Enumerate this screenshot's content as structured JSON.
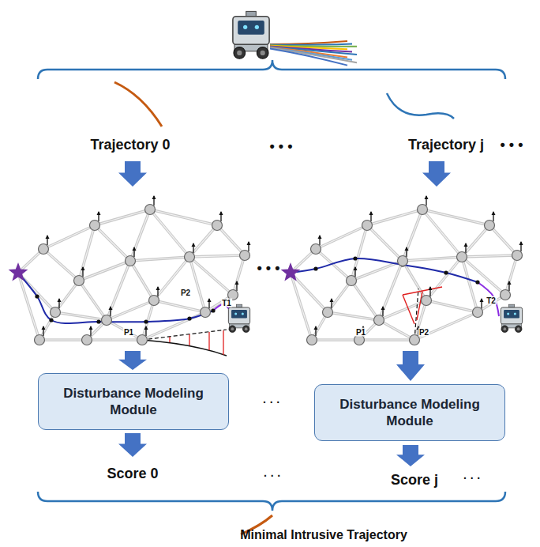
{
  "diagram": {
    "nodes": [
      {
        "text": [
          "Disturbance Modeling Module"
        ]
      },
      {
        "text": [
          "Disturbance Modeling Module"
        ]
      }
    ],
    "labels": [
      "Trajectory 0",
      "• • •",
      "Trajectory j",
      "• • •",
      "P2",
      "T1",
      "P1",
      "• • •",
      "P1",
      "P2",
      "T2",
      "· · ·",
      "Score 0",
      "· · ·",
      "Score j",
      "· · ·",
      "Minimal Intrusive Trajectory"
    ]
  }
}
